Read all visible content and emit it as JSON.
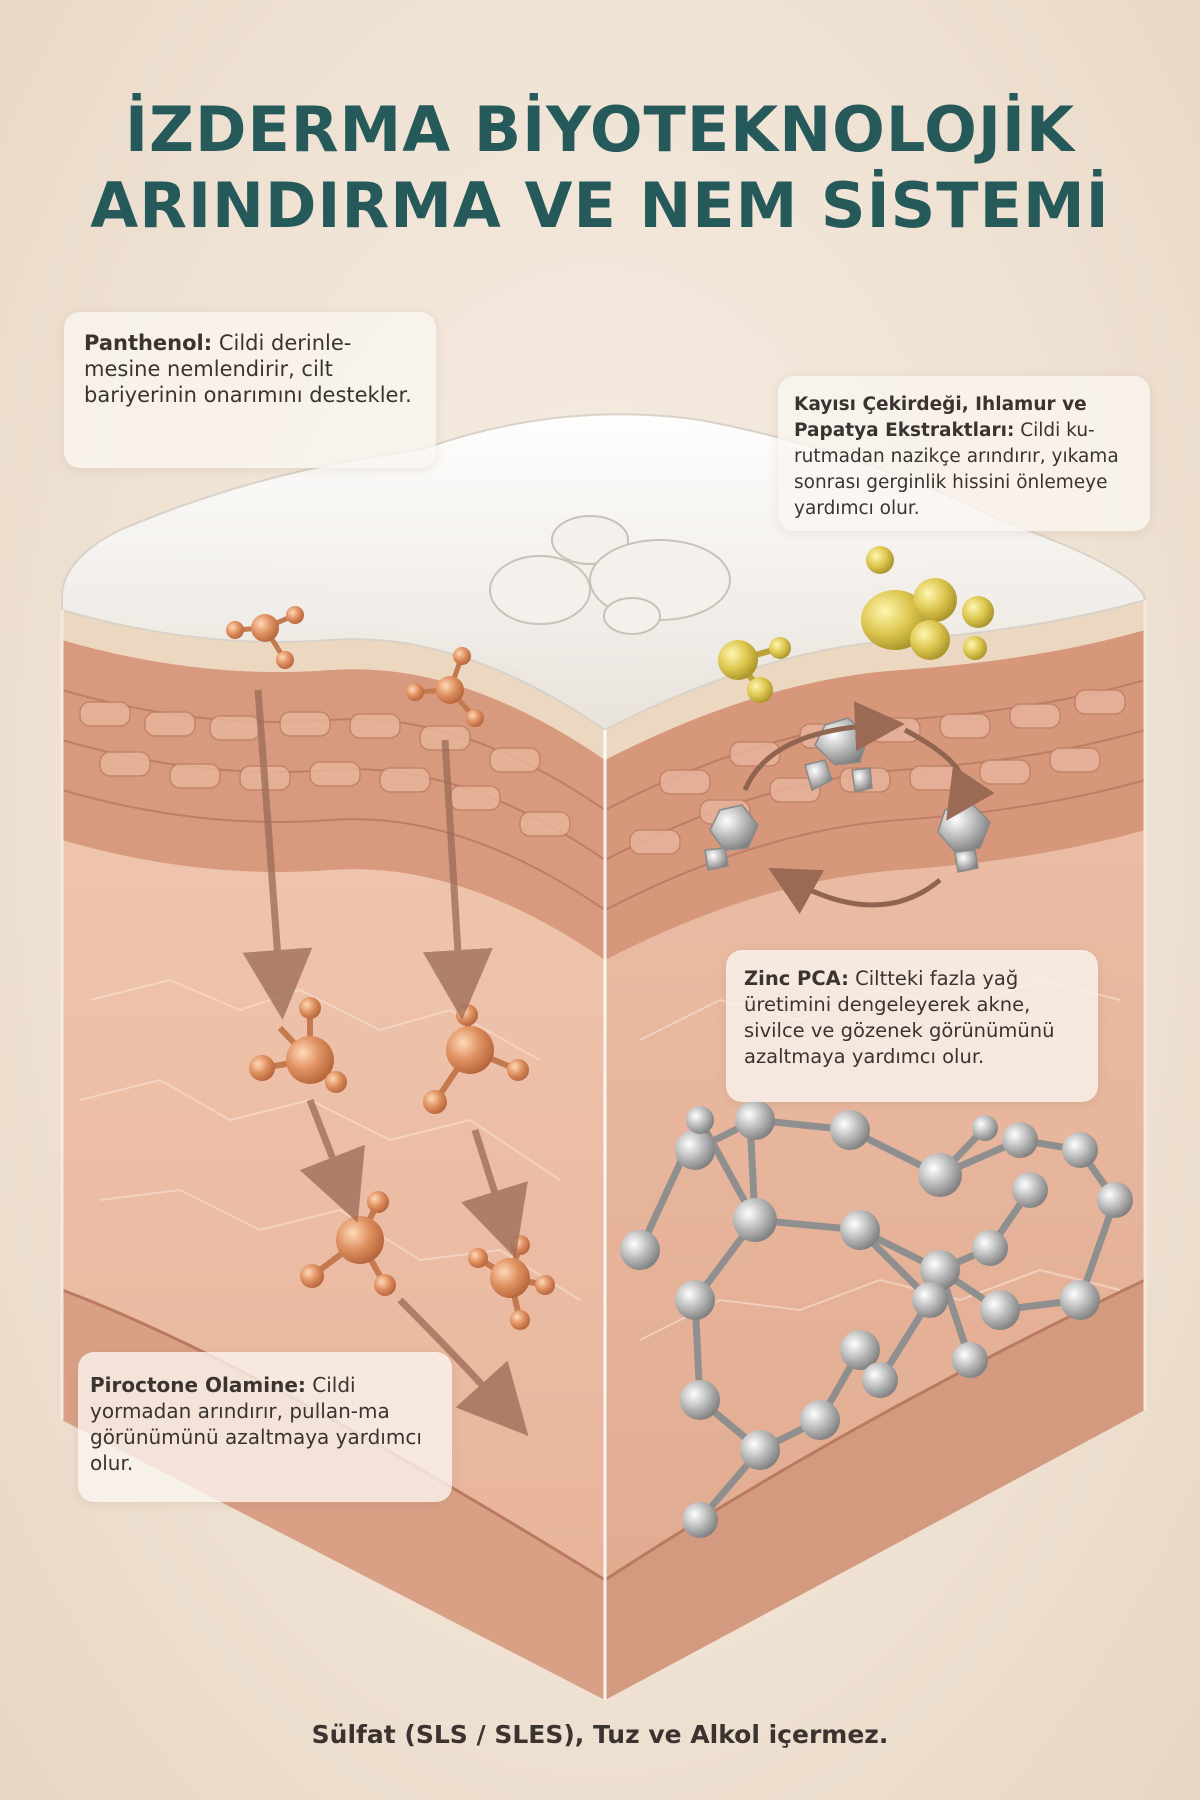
{
  "title": {
    "line1": "İZDERMA BİYOTEKNOLOJİK",
    "line2": "ARINDIRMA VE NEM SİSTEMİ"
  },
  "cards": {
    "panthenol": {
      "name": "Panthenol:",
      "text": " Cildi derinle-mesine nemlendirir, cilt bariyerinin onarımını destekler."
    },
    "kayisi": {
      "name": "Kayısı Çekirdeği, Ihlamur ve Papatya Ekstraktları:",
      "text": " Cildi ku-rutmadan nazikçe arındırır, yıkama sonrası gerginlik hissini önlemeye yardımcı olur."
    },
    "zinc": {
      "name": "Zinc PCA:",
      "text": " Ciltteki fazla yağ üretimini dengeleyerek akne, sivilce ve gözenek görünümünü azaltmaya yardımcı olur."
    },
    "piroctone": {
      "name": "Piroctone Olamine:",
      "text": " Cildi yormadan arındırır, pullan-ma görünümünü azaltmaya yardımcı olur."
    }
  },
  "footer": "Sülfat (SLS / SLES), Tuz ve Alkol içermez.",
  "colors": {
    "title": "#25595a",
    "copper_molecule": "#d98a57",
    "gold_molecule": "#d9c24a",
    "silver_molecule": "#b8b8b8",
    "skin": "#e9b9a0",
    "arrow": "#9a6a55"
  }
}
